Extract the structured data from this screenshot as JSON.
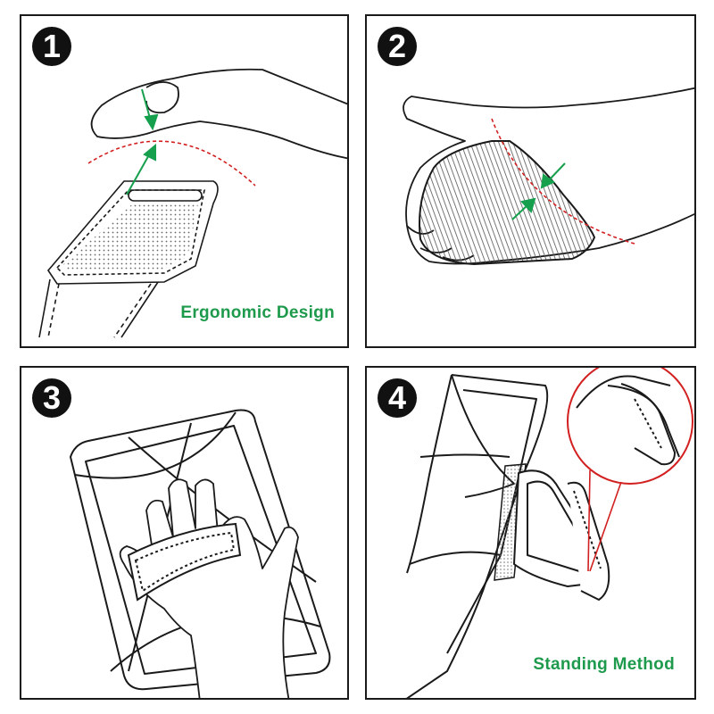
{
  "panels": [
    {
      "number": "1",
      "caption": "Ergonomic Design"
    },
    {
      "number": "2",
      "caption": ""
    },
    {
      "number": "3",
      "caption": ""
    },
    {
      "number": "4",
      "caption": "Standing Method"
    }
  ],
  "colors": {
    "caption_green": "#1e9a4c",
    "arrow_green": "#16a04e",
    "dashed_red": "#d22020",
    "line_black": "#1a1a1a"
  }
}
